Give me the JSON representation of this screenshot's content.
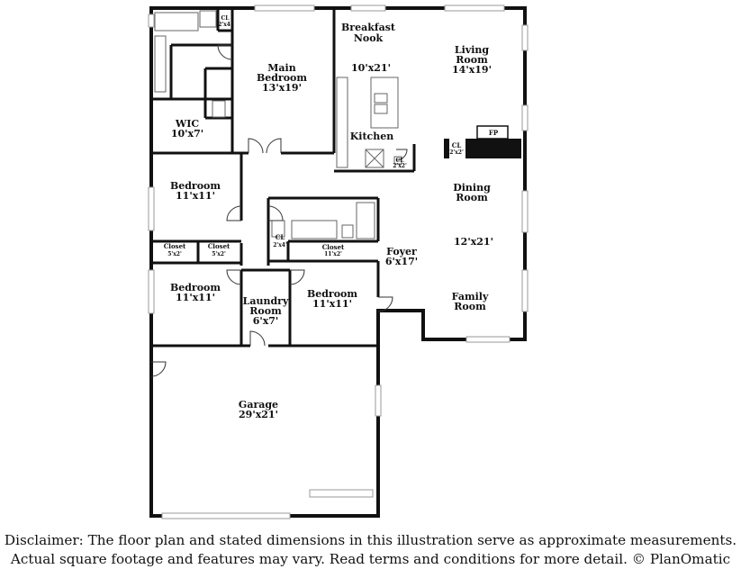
{
  "rooms": {
    "breakfast_nook": {
      "name_line1": "Breakfast",
      "name_line2": "Nook",
      "dims": "10'x21'"
    },
    "living_room": {
      "name_line1": "Living",
      "name_line2": "Room",
      "dims": "14'x19'"
    },
    "main_bedroom": {
      "name_line1": "Main",
      "name_line2": "Bedroom",
      "dims": "13'x19'"
    },
    "wic": {
      "name": "WIC",
      "dims": "10'x7'"
    },
    "kitchen": {
      "name": "Kitchen"
    },
    "bedroom_1": {
      "name": "Bedroom",
      "dims": "11'x11'"
    },
    "bedroom_2": {
      "name": "Bedroom",
      "dims": "11'x11'"
    },
    "bedroom_3": {
      "name": "Bedroom",
      "dims": "11'x11'"
    },
    "dining_room": {
      "name_line1": "Dining",
      "name_line2": "Room"
    },
    "family_room": {
      "name_line1": "Family",
      "name_line2": "Room"
    },
    "dining_family_dims": "12'x21'",
    "foyer": {
      "name": "Foyer",
      "dims": "6'x17'"
    },
    "laundry_room": {
      "name_line1": "Laundry",
      "name_line2": "Room",
      "dims": "6'x7'"
    },
    "garage": {
      "name": "Garage",
      "dims": "29'x21'"
    }
  },
  "closets": {
    "closet_a": {
      "name": "Closet",
      "dims": "5'x2'"
    },
    "closet_b": {
      "name": "Closet",
      "dims": "5'x2'"
    },
    "closet_hall": {
      "name": "Closet",
      "dims": "11'x2'"
    },
    "cl_hall": {
      "name": "CL",
      "dims": "2'x4'"
    },
    "cl_living": {
      "name": "CL",
      "dims": "2'x2'"
    },
    "cl_kitchen": {
      "name": "CL",
      "dims": "2'x2'"
    },
    "cl_bath": {
      "name": "CL",
      "dims": "2'x4'"
    }
  },
  "fireplace": "FP",
  "disclaimer": {
    "line1": "Disclaimer: The floor plan and stated dimensions in this illustration serve as approximate measurements.",
    "line2": "Actual square footage and features may vary. Read terms and conditions for more detail. © PlanOmatic"
  }
}
